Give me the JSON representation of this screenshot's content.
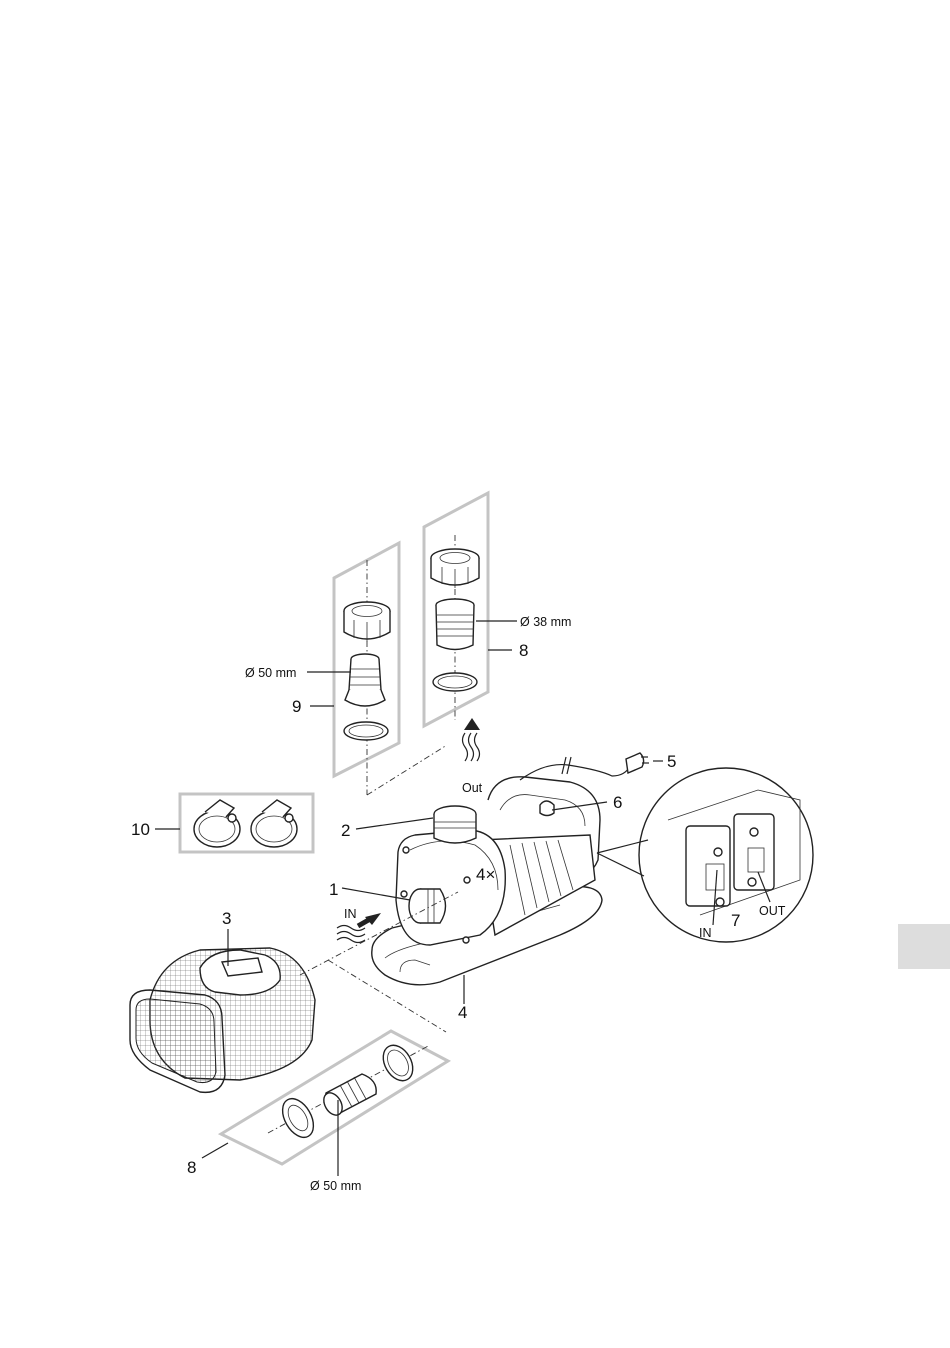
{
  "callouts": {
    "n1": "1",
    "n2": "2",
    "n3": "3",
    "n4": "4",
    "n5": "5",
    "n6": "6",
    "n7": "7",
    "n8_top": "8",
    "n8_bottom": "8",
    "n9": "9",
    "n10": "10",
    "qty": "4×"
  },
  "text": {
    "dia_38": "Ø 38 mm",
    "dia_50_top": "Ø 50 mm",
    "dia_50_bottom": "Ø 50 mm",
    "out_flow": "Out",
    "in_flow": "IN",
    "detail_in": "IN",
    "detail_out": "OUT"
  },
  "colors": {
    "line": "#222222",
    "panel_frame": "#c4c4c4",
    "edge_tab": "#dddddd"
  }
}
